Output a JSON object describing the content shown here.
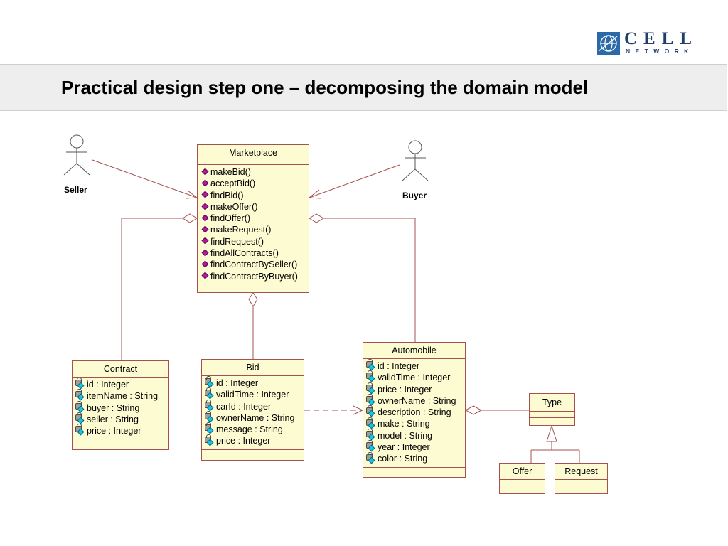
{
  "logo": {
    "word": "CELL",
    "sub": "NETWORK"
  },
  "title": "Practical design step one – decomposing the domain model",
  "actors": {
    "seller": "Seller",
    "buyer": "Buyer"
  },
  "classes": {
    "marketplace": {
      "name": "Marketplace",
      "operations": [
        "makeBid()",
        "acceptBid()",
        "findBid()",
        "makeOffer()",
        "findOffer()",
        "makeRequest()",
        "findRequest()",
        "findAllContracts()",
        "findContractBySeller()",
        "findContractByBuyer()"
      ]
    },
    "contract": {
      "name": "Contract",
      "attributes": [
        "id : Integer",
        "itemName : String",
        "buyer : String",
        "seller : String",
        "price : Integer"
      ]
    },
    "bid": {
      "name": "Bid",
      "attributes": [
        "id : Integer",
        "validTime : Integer",
        "carId : Integer",
        "ownerName : String",
        "message : String",
        "price : Integer"
      ]
    },
    "automobile": {
      "name": "Automobile",
      "attributes": [
        "id : Integer",
        "validTime : Integer",
        "price : Integer",
        "ownerName : String",
        "description : String",
        "make : String",
        "model : String",
        "year : Integer",
        "color : String"
      ]
    },
    "type": {
      "name": "Type"
    },
    "offer": {
      "name": "Offer"
    },
    "request": {
      "name": "Request"
    }
  }
}
